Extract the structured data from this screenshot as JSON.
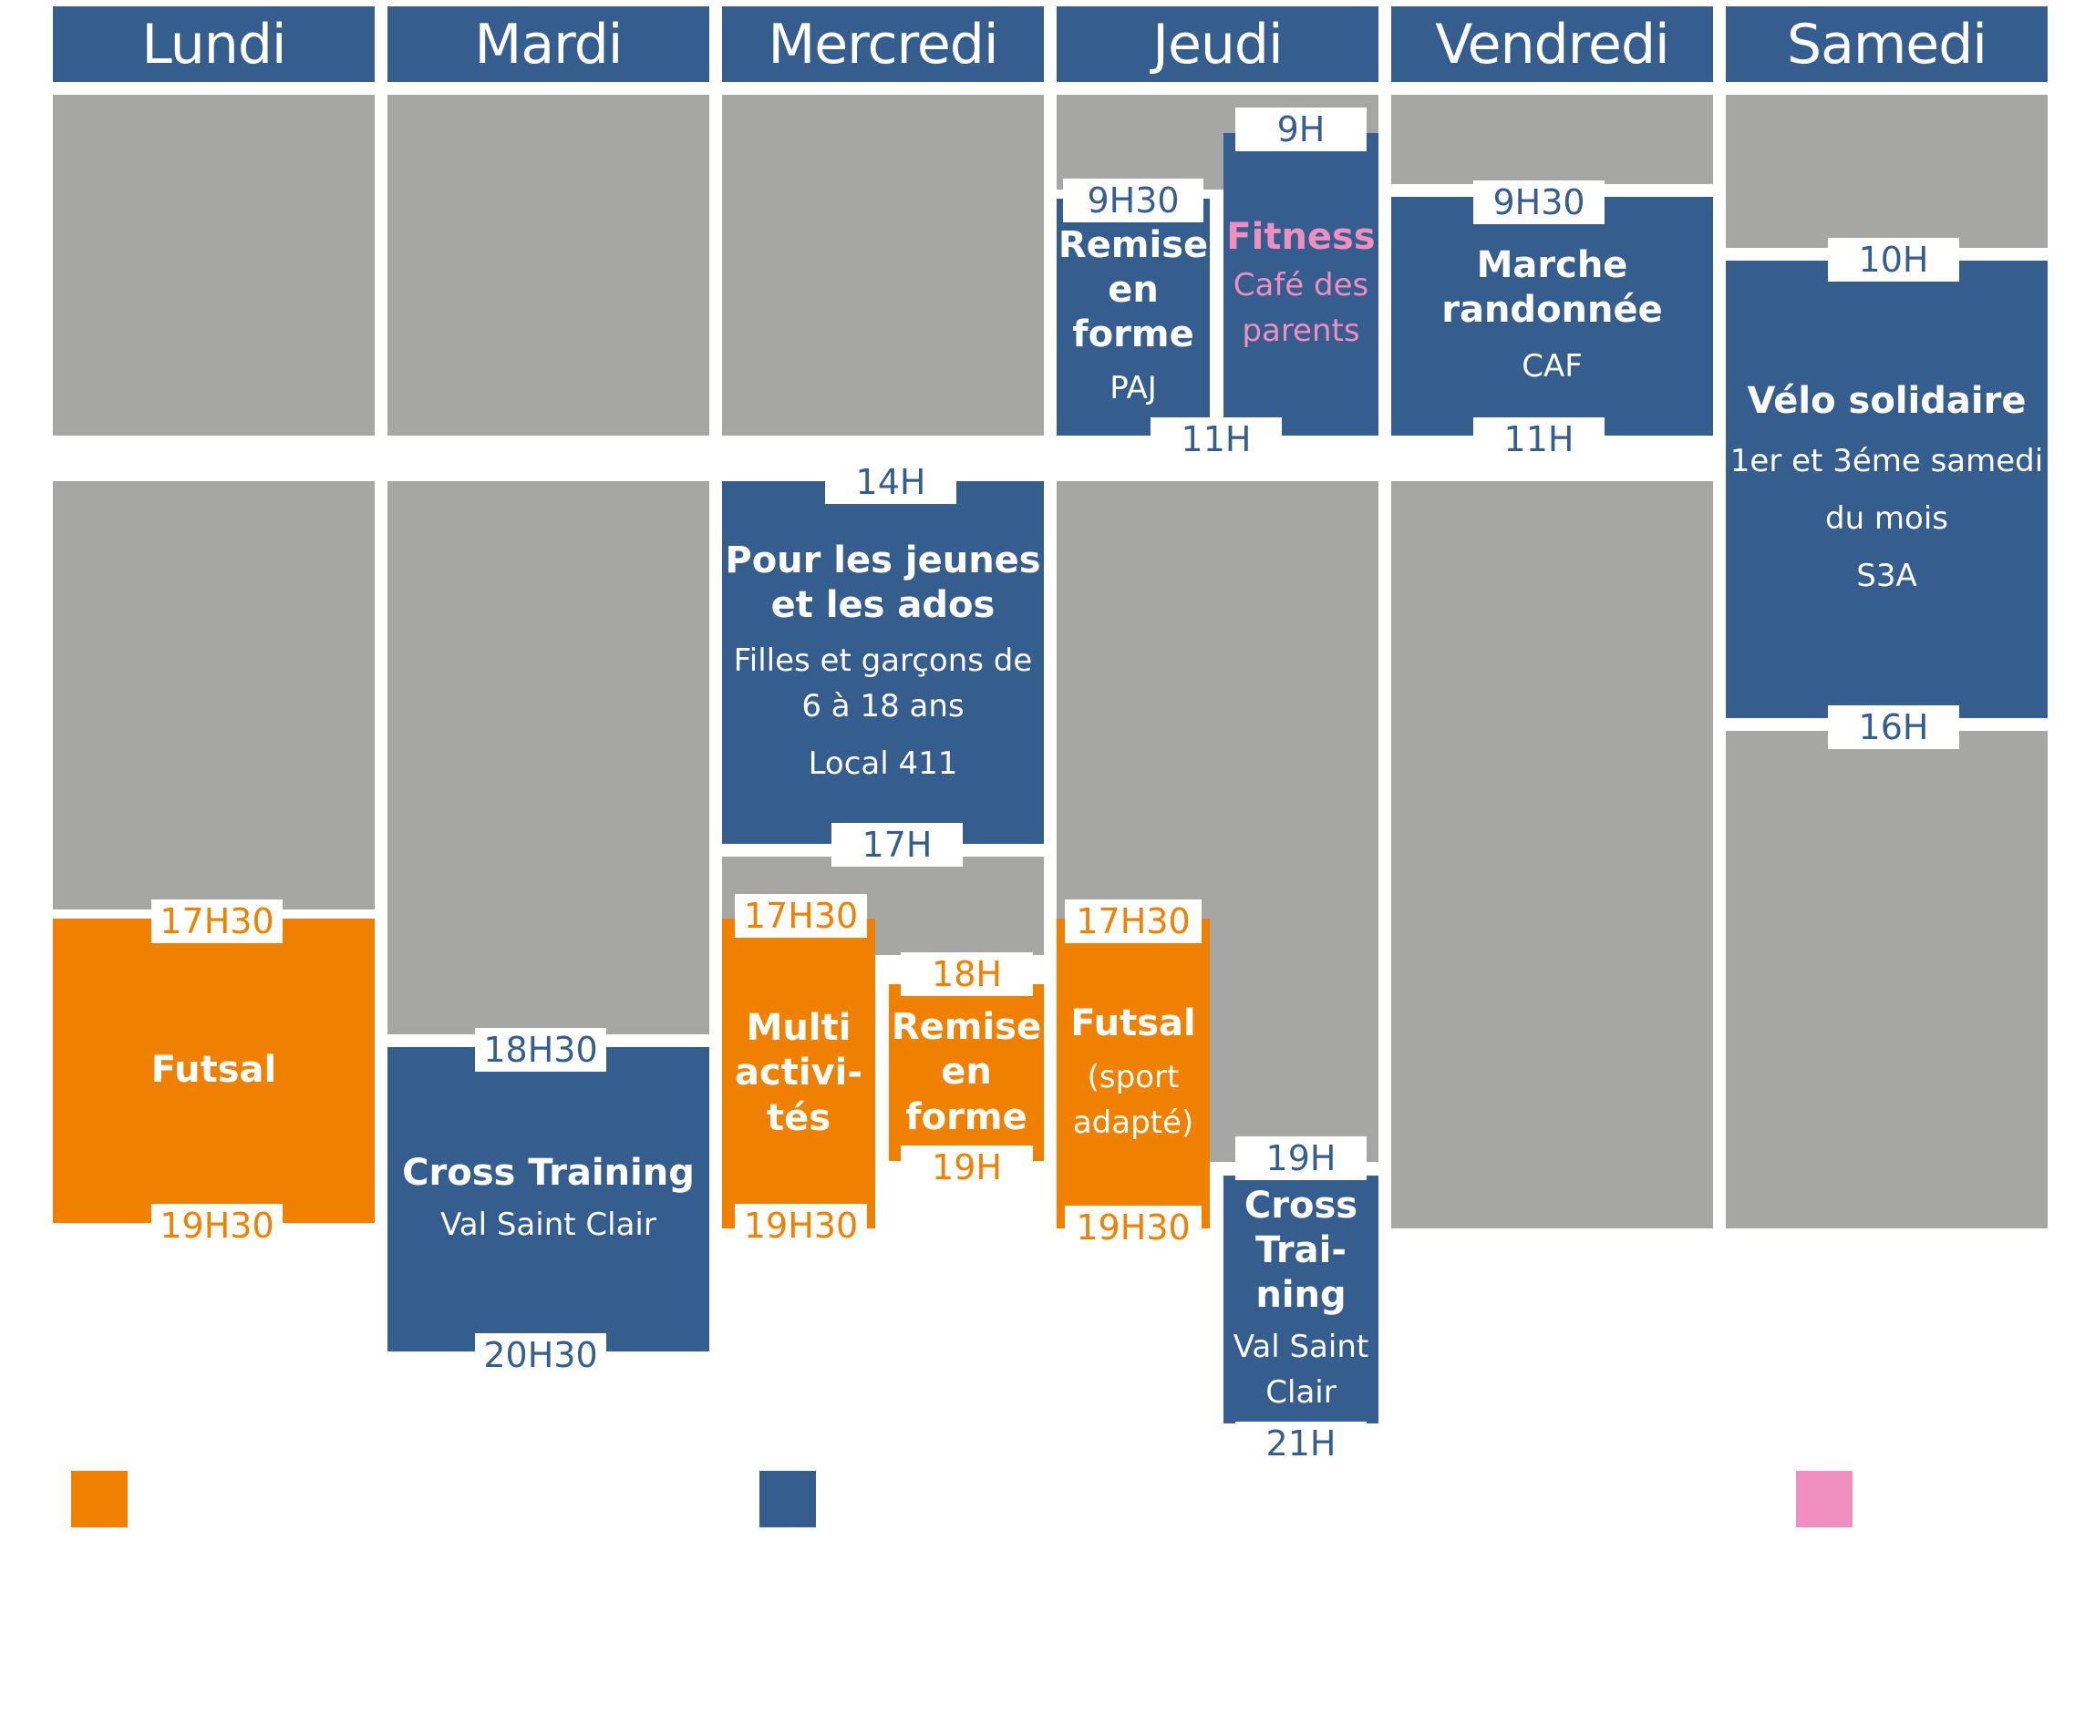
{
  "days": {
    "monday": "Lundi",
    "tuesday": "Mardi",
    "wednesday": "Mercredi",
    "thursday": "Jeudi",
    "friday": "Vendredi",
    "saturday": "Samedi"
  },
  "activities": {
    "lundi_futsal": {
      "title": "Futsal",
      "start": "17H30",
      "end": "19H30"
    },
    "mardi_cross": {
      "title": "Cross Training",
      "place": "Val Saint Clair",
      "start": "18H30",
      "end": "20H30"
    },
    "mercredi_jeunes": {
      "title_1": "Pour les jeunes",
      "title_2": "et les ados",
      "desc_1": "Filles et garçons de",
      "desc_2": "6 à 18 ans",
      "place": "Local 411",
      "start": "14H",
      "end": "17H"
    },
    "mercredi_multi": {
      "title_1": "Multi",
      "title_2": "activi-",
      "title_3": "tés",
      "start": "17H30",
      "end": "19H30"
    },
    "mercredi_remise": {
      "title_1": "Remise",
      "title_2": "en",
      "title_3": "forme",
      "start": "18H",
      "end": "19H"
    },
    "jeudi_remise": {
      "title_1": "Remise",
      "title_2": "en",
      "title_3": "forme",
      "place": "PAJ",
      "start": "9H30",
      "end": "11H"
    },
    "jeudi_fitness": {
      "title": "Fitness",
      "desc_1": "Café des",
      "desc_2": "parents",
      "start": "9H"
    },
    "jeudi_futsal": {
      "title": "Futsal",
      "desc_1": "(sport",
      "desc_2": "adapté)",
      "start": "17H30",
      "end": "19H30"
    },
    "jeudi_cross": {
      "title_1": "Cross",
      "title_2": "Trai-",
      "title_3": "ning",
      "place_1": "Val Saint",
      "place_2": "Clair",
      "start": "19H",
      "end": "21H"
    },
    "vendredi_marche": {
      "title_1": "Marche",
      "title_2": "randonnée",
      "place": "CAF",
      "start": "9H30",
      "end": "11H"
    },
    "samedi_velo": {
      "title": "Vélo solidaire",
      "desc_1": "1er et 3éme samedi",
      "desc_2": "du mois",
      "place": "S3A",
      "start": "10H",
      "end": "16H"
    }
  },
  "legend": {
    "orange": "#f08000",
    "blue": "#355d8e",
    "pink": "#ee8fbf"
  },
  "colors": {
    "header": "#355d8e",
    "gray": "#a6a6a4",
    "blue": "#355d8e",
    "orange": "#f08000",
    "pink_text": "#ee8fbf"
  }
}
